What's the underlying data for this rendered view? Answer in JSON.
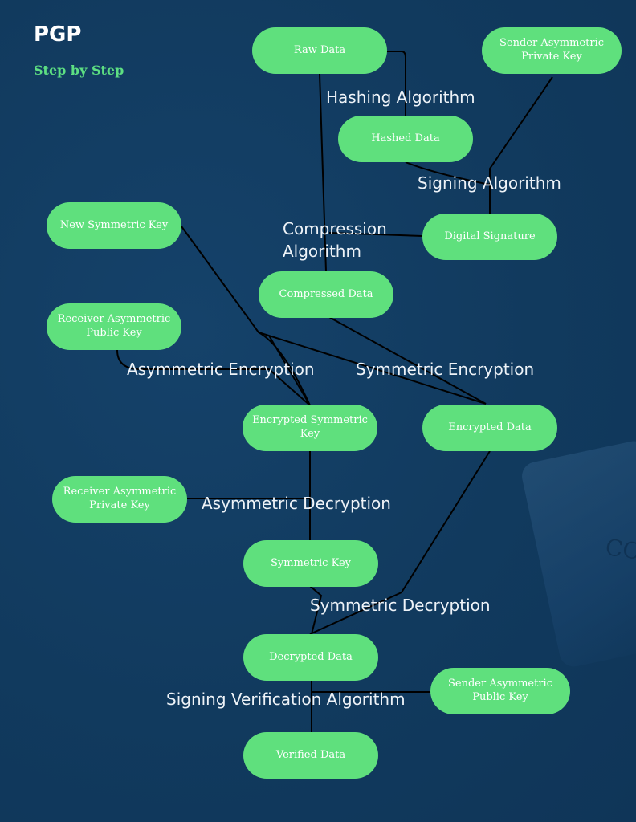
{
  "title": "PGP",
  "subtitle": "Step by Step",
  "background_watermark": "CO",
  "colors": {
    "node_fill": "#5fe07d",
    "node_text": "#ffffff",
    "edge": "#000000",
    "subtitle": "#5ddf82"
  },
  "nodes": {
    "raw_data": "Raw Data",
    "sender_private_key": "Sender Asymmetric Private Key",
    "hashed_data": "Hashed Data",
    "digital_signature": "Digital Signature",
    "new_symmetric_key": "New Symmetric Key",
    "compressed_data": "Compressed Data",
    "receiver_public_key": "Receiver Asymmetric Public Key",
    "encrypted_symmetric_key": "Encrypted Symmetric Key",
    "encrypted_data": "Encrypted Data",
    "receiver_private_key": "Receiver Asymmetric Private Key",
    "symmetric_key": "Symmetric Key",
    "decrypted_data": "Decrypted Data",
    "sender_public_key": "Sender Asymmetric Public Key",
    "verified_data": "Verified Data"
  },
  "edge_labels": {
    "hashing": "Hashing Algorithm",
    "signing": "Signing Algorithm",
    "compression_line1": "Compression",
    "compression_line2": "Algorithm",
    "asym_encryption": "Asymmetric Encryption",
    "sym_encryption": "Symmetric Encryption",
    "asym_decryption": "Asymmetric Decryption",
    "sym_decryption": "Symmetric Decryption",
    "verification": "Signing Verification Algorithm"
  }
}
